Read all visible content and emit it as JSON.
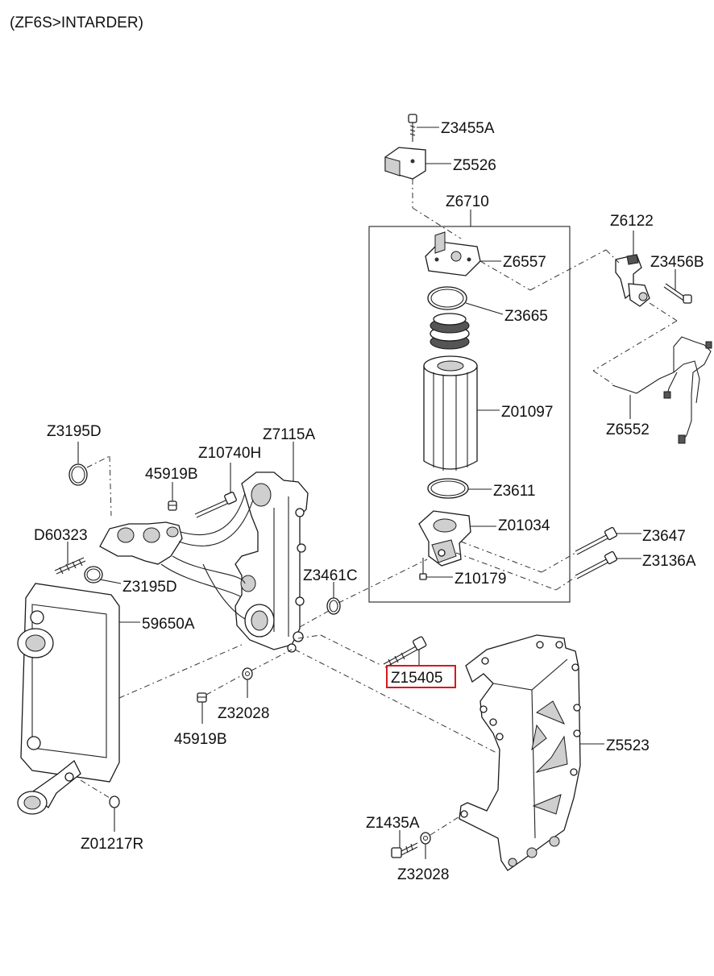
{
  "header": {
    "title": "(ZF6S>INTARDER)"
  },
  "labels": {
    "z3455a": "Z3455A",
    "z5526": "Z5526",
    "z6710": "Z6710",
    "z6122": "Z6122",
    "z6557": "Z6557",
    "z3456b": "Z3456B",
    "z3665": "Z3665",
    "z01097": "Z01097",
    "z6552": "Z6552",
    "z3611": "Z3611",
    "z01034": "Z01034",
    "z3647": "Z3647",
    "z3136a": "Z3136A",
    "z10179": "Z10179",
    "z3195d_top": "Z3195D",
    "z7115a": "Z7115A",
    "z10740h": "Z10740H",
    "p45919b_top": "45919B",
    "d60323": "D60323",
    "z3195d_bottom": "Z3195D",
    "z3461c": "Z3461C",
    "p59650a": "59650A",
    "z15405": "Z15405",
    "z32028_mid": "Z32028",
    "p45919b_bottom": "45919B",
    "z5523": "Z5523",
    "z01217r": "Z01217R",
    "z1435a": "Z1435A",
    "z32028_bottom": "Z32028"
  },
  "highlight": {
    "part": "Z15405",
    "color": "#d8171e"
  }
}
